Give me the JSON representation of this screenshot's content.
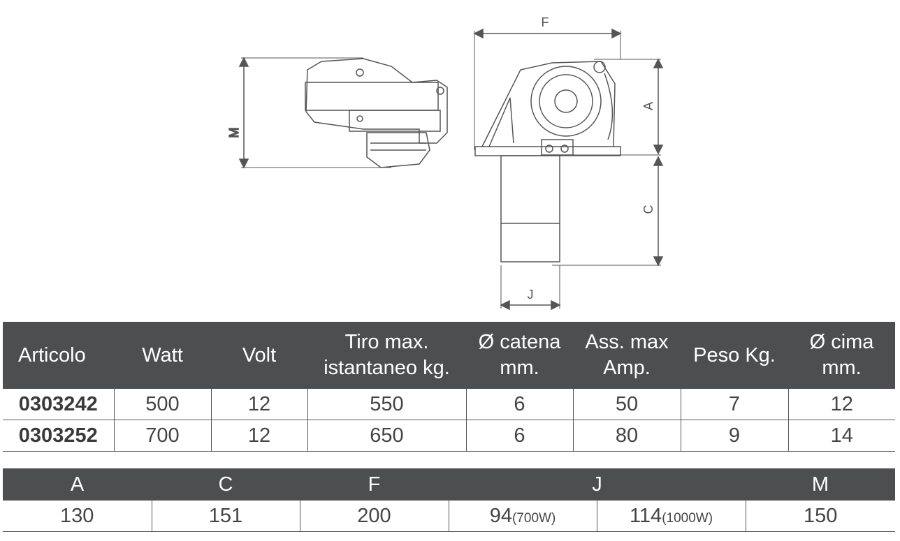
{
  "drawing": {
    "labels": {
      "F": "F",
      "A": "A",
      "C": "C",
      "J": "J",
      "M": "M"
    }
  },
  "specs_table": {
    "headers": [
      {
        "line1": "Articolo",
        "line2": ""
      },
      {
        "line1": "Watt",
        "line2": ""
      },
      {
        "line1": "Volt",
        "line2": ""
      },
      {
        "line1": "Tiro max.",
        "line2": "istantaneo kg."
      },
      {
        "line1": "Ø catena",
        "line2": "mm."
      },
      {
        "line1": "Ass. max",
        "line2": "Amp."
      },
      {
        "line1": "Peso Kg.",
        "line2": ""
      },
      {
        "line1": "Ø cima",
        "line2": "mm."
      }
    ],
    "rows": [
      [
        "0303242",
        "500",
        "12",
        "550",
        "6",
        "50",
        "7",
        "12"
      ],
      [
        "0303252",
        "700",
        "12",
        "650",
        "6",
        "80",
        "9",
        "14"
      ]
    ]
  },
  "dimensions_table": {
    "headers": [
      "A",
      "C",
      "F",
      "J",
      "M"
    ],
    "values": {
      "A": "130",
      "C": "151",
      "F": "200",
      "J1": "94",
      "J1_note": "(700W)",
      "J2": "114",
      "J2_note": "(1000W)",
      "M": "150"
    }
  }
}
